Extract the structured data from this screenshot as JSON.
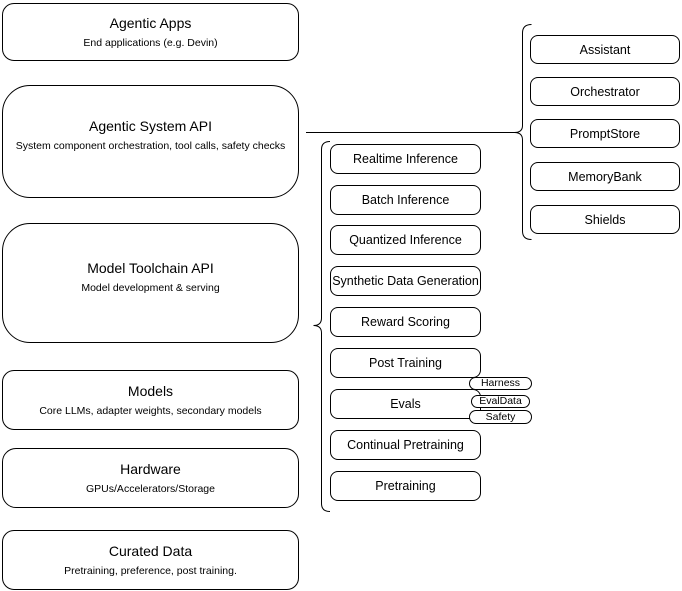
{
  "colors": {
    "background": "#ffffff",
    "box_fill": "#ffffff",
    "box_border": "#000000",
    "text": "#000000",
    "connector": "#000000"
  },
  "left_stack": [
    {
      "title": "Agentic Apps",
      "subtitle": "End applications (e.g. Devin)"
    },
    {
      "title": "Agentic System API",
      "subtitle": "System component orchestration, tool calls, safety checks"
    },
    {
      "title": "Model Toolchain API",
      "subtitle": "Model development & serving"
    },
    {
      "title": "Models",
      "subtitle": "Core LLMs, adapter weights, secondary models"
    },
    {
      "title": "Hardware",
      "subtitle": "GPUs/Accelerators/Storage"
    },
    {
      "title": "Curated Data",
      "subtitle": "Pretraining, preference, post training."
    }
  ],
  "system_group": {
    "items": [
      "Assistant",
      "Orchestrator",
      "PromptStore",
      "MemoryBank",
      "Shields"
    ]
  },
  "toolchain_group": {
    "items": [
      "Realtime Inference",
      "Batch Inference",
      "Quantized Inference",
      "Synthetic Data Generation",
      "Reward Scoring",
      "Post Training",
      "Evals",
      "Continual Pretraining",
      "Pretraining"
    ],
    "evals_tags": [
      "Harness",
      "EvalData",
      "Safety"
    ]
  }
}
